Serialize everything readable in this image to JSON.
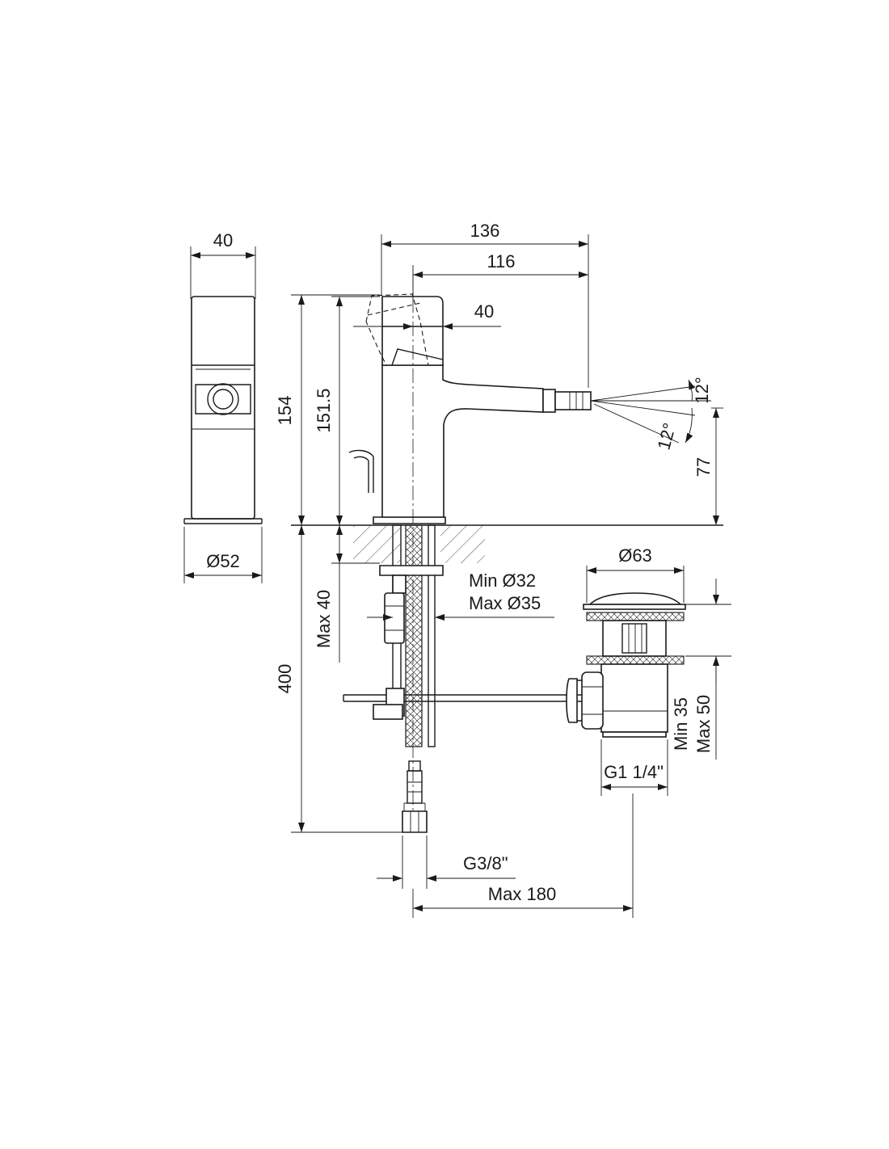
{
  "dimensions": {
    "side_width": "40",
    "side_base_diameter": "Ø52",
    "total_length": "136",
    "spout_length": "116",
    "handle_offset": "40",
    "total_height": "154",
    "lever_height": "151.5",
    "spout_height": "77",
    "angle_up": "12°",
    "angle_down": "12°",
    "hole_min": "Min Ø32",
    "hole_max": "Max Ø35",
    "deck_max": "Max 40",
    "hose_length": "400",
    "waste_diameter": "Ø63",
    "waste_min": "Min 35",
    "waste_max": "Max 50",
    "waste_thread": "G1 1/4\"",
    "inlet_thread": "G3/8\"",
    "waste_reach": "Max 180"
  }
}
